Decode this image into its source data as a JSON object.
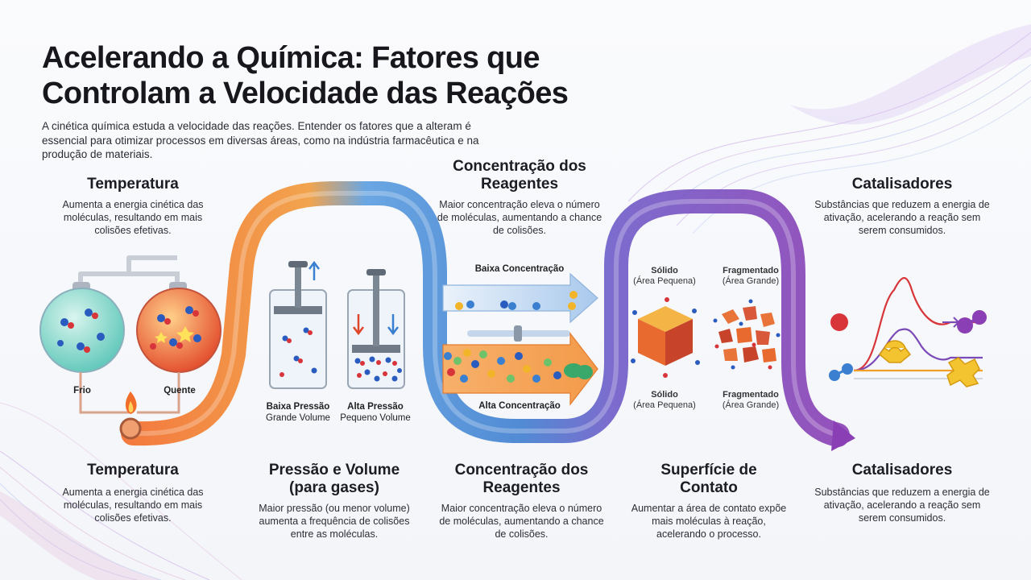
{
  "title": "Acelerando a Química: Fatores que Controlam a Velocidade das Reações",
  "intro": "A cinética química estuda a velocidade das reações. Entender os fatores que a alteram é essencial para otimizar processos em diversas áreas, como na indústria farmacêutica e na produção de materiais.",
  "top": {
    "temperature": {
      "heading": "Temperatura",
      "text": "Aumenta a energia cinética das moléculas, resultando em mais colisões efetivas."
    },
    "concentration": {
      "heading": "Concentração dos Reagentes",
      "text": "Maior concentração eleva o número de moléculas, aumentando a chance de colisões."
    },
    "catalysts": {
      "heading": "Catalisadores",
      "text": "Substâncias que reduzem a energia de ativação, acelerando a reação sem serem consumidos."
    }
  },
  "illustrations": {
    "temperature": {
      "cold": "Frio",
      "hot": "Quente"
    },
    "pressure": {
      "low_title": "Baixa Pressão",
      "low_sub": "Grande Volume",
      "high_title": "Alta Pressão",
      "high_sub": "Pequeno Volume"
    },
    "concentration": {
      "low": "Baixa Concentração",
      "high": "Alta Concentração"
    },
    "surface": {
      "solid_top_title": "Sólido",
      "solid_top_sub": "(Área Pequena)",
      "frag_top_title": "Fragmentado",
      "frag_top_sub": "(Área Grande)",
      "solid_bot_title": "Sólido",
      "solid_bot_sub": "(Área Pequena)",
      "frag_bot_title": "Fragmentado",
      "frag_bot_sub": "(Área Grande)"
    }
  },
  "bottom": {
    "temperature": {
      "heading": "Temperatura",
      "text": "Aumenta a energia cinética das moléculas, resultando em mais colisões efetivas."
    },
    "pressure": {
      "heading": "Pressão e Volume (para gases)",
      "text": "Maior pressão (ou menor volume) aumenta a frequência de colisões entre as moléculas."
    },
    "concentration": {
      "heading": "Concentração dos Reagentes",
      "text": "Maior concentração eleva o número de moléculas, aumentando a chance de colisões."
    },
    "surface": {
      "heading": "Superfície de Contato",
      "text": "Aumentar a área de contato expõe mais moléculas à reação, acelerando o processo."
    },
    "catalysts": {
      "heading": "Catalisadores",
      "text": "Substâncias que reduzem a energia de ativação, acelerando a reação sem serem consumidos."
    }
  },
  "colors": {
    "orange": "#f0782a",
    "blue": "#4a8fd6",
    "purple": "#7a4ab8",
    "red": "#d63a2a",
    "teal": "#5cc6b8"
  }
}
